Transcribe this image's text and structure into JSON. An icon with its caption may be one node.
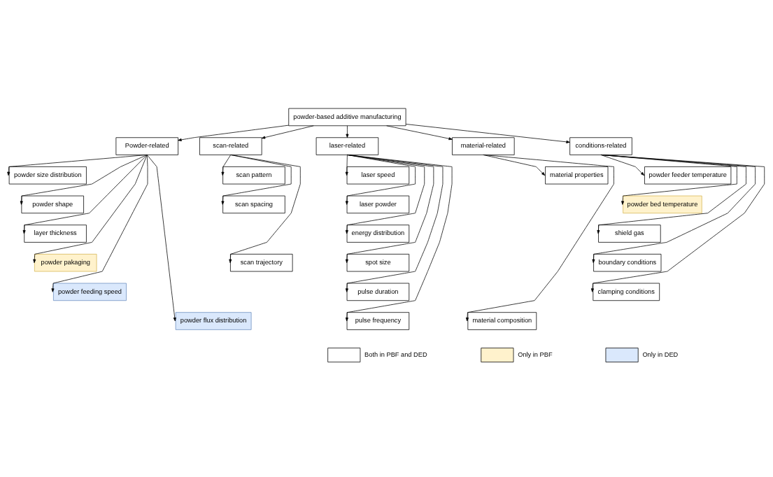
{
  "diagram": {
    "nodes": [
      {
        "text": [
          "powder-based additive manufacturing"
        ]
      },
      {
        "text": [
          "Powder-related"
        ]
      },
      {
        "text": [
          "scan-related"
        ]
      },
      {
        "text": [
          "laser-related"
        ]
      },
      {
        "text": [
          "material-related"
        ]
      },
      {
        "text": [
          "conditions-related"
        ]
      },
      {
        "text": [
          "powder size distribution"
        ]
      },
      {
        "text": [
          "powder shape"
        ]
      },
      {
        "text": [
          "layer thickness"
        ]
      },
      {
        "text": [
          "powder pakaging"
        ]
      },
      {
        "text": [
          "powder feeding speed"
        ]
      },
      {
        "text": [
          "powder flux distribution"
        ]
      },
      {
        "text": [
          "scan pattern"
        ]
      },
      {
        "text": [
          "scan spacing"
        ]
      },
      {
        "text": [
          "scan trajectory"
        ]
      },
      {
        "text": [
          "laser speed"
        ]
      },
      {
        "text": [
          "laser powder"
        ]
      },
      {
        "text": [
          "energy distribution"
        ]
      },
      {
        "text": [
          "spot size"
        ]
      },
      {
        "text": [
          "pulse duration"
        ]
      },
      {
        "text": [
          "pulse frequency"
        ]
      },
      {
        "text": [
          "material properties"
        ]
      },
      {
        "text": [
          "material composition"
        ]
      },
      {
        "text": [
          "powder feeder temperature"
        ]
      },
      {
        "text": [
          "powder bed temperature"
        ]
      },
      {
        "text": [
          "shield gas"
        ]
      },
      {
        "text": [
          "boundary conditions"
        ]
      },
      {
        "text": [
          "clamping conditions"
        ]
      }
    ],
    "edges": [
      {
        "from": 0,
        "to": 1,
        "arrow": "to"
      },
      {
        "from": 0,
        "to": 2,
        "arrow": "to"
      },
      {
        "from": 0,
        "to": 3,
        "arrow": "to"
      },
      {
        "from": 0,
        "to": 4,
        "arrow": "to"
      },
      {
        "from": 0,
        "to": 5,
        "arrow": "to"
      },
      {
        "from": 1,
        "to": 6,
        "arrow": "to"
      },
      {
        "from": 1,
        "to": 7,
        "arrow": "to"
      },
      {
        "from": 1,
        "to": 8,
        "arrow": "to"
      },
      {
        "from": 1,
        "to": 9,
        "arrow": "to"
      },
      {
        "from": 1,
        "to": 10,
        "arrow": "to"
      },
      {
        "from": 1,
        "to": 11,
        "arrow": "to"
      },
      {
        "from": 2,
        "to": 12,
        "arrow": "to"
      },
      {
        "from": 2,
        "to": 13,
        "arrow": "to"
      },
      {
        "from": 2,
        "to": 14,
        "arrow": "to"
      },
      {
        "from": 3,
        "to": 15,
        "arrow": "to"
      },
      {
        "from": 3,
        "to": 16,
        "arrow": "to"
      },
      {
        "from": 3,
        "to": 17,
        "arrow": "to"
      },
      {
        "from": 3,
        "to": 18,
        "arrow": "to"
      },
      {
        "from": 3,
        "to": 19,
        "arrow": "to"
      },
      {
        "from": 3,
        "to": 20,
        "arrow": "to"
      },
      {
        "from": 4,
        "to": 21,
        "arrow": "to"
      },
      {
        "from": 4,
        "to": 22,
        "arrow": "to"
      },
      {
        "from": 5,
        "to": 23,
        "arrow": "to"
      },
      {
        "from": 5,
        "to": 24,
        "arrow": "to"
      },
      {
        "from": 5,
        "to": 25,
        "arrow": "to"
      },
      {
        "from": 5,
        "to": 26,
        "arrow": "to"
      },
      {
        "from": 5,
        "to": 27,
        "arrow": "to"
      }
    ],
    "legend": [
      {
        "text": "Both in PBF and DED",
        "color": "#ffffff"
      },
      {
        "text": "Only in PBF",
        "color": "#fff2cc"
      },
      {
        "text": "Only in DED",
        "color": "#dae8fc"
      }
    ]
  }
}
